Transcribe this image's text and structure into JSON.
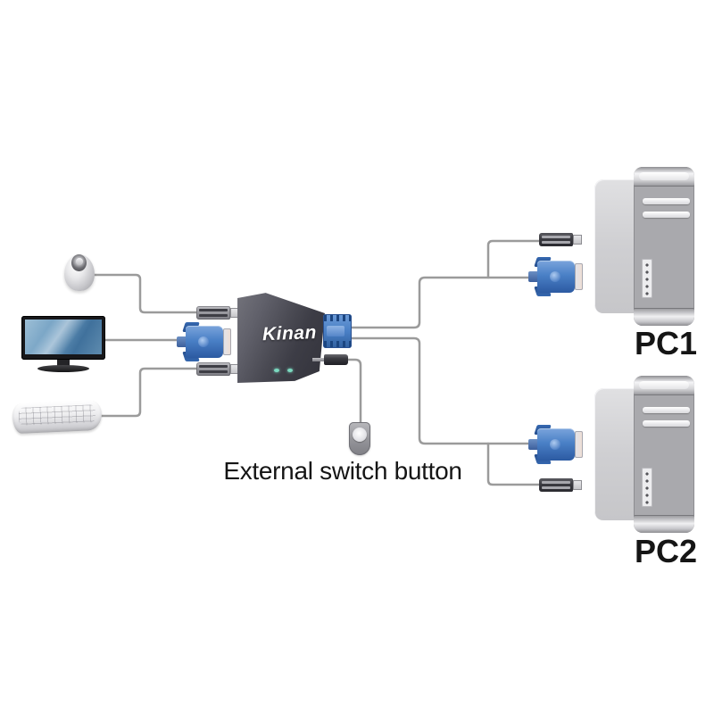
{
  "page": {
    "background": "#ffffff"
  },
  "kvm": {
    "brand": "Kinan",
    "led_count": 2
  },
  "labels": {
    "pc1": "PC1",
    "pc2": "PC2",
    "switch_button": "External switch button"
  },
  "colors": {
    "cable": "#9b9b9b",
    "kvm_body_dark": "#32323a",
    "kvm_body_light": "#74747c",
    "vga_blue": "#4a80c6",
    "vga_blue_dark": "#2a5ca0",
    "usb_gray": "#9a9aa0",
    "usb_dark": "#3b3b41",
    "led_green": "#7bd9c0",
    "tower_silver": "#d6d6d9",
    "tower_front_gray": "#a9a9ad",
    "screen_blue": "#6d9cc0",
    "text": "#151515"
  },
  "icons": {
    "mouse": "mouse-icon",
    "monitor": "monitor-icon",
    "keyboard": "keyboard-icon",
    "usb_connector": "usb-connector-icon",
    "vga_connector": "vga-connector-icon",
    "kvm_switch": "kvm-switch-icon",
    "audio_jack": "audio-jack-icon",
    "switch_button": "switch-button-icon",
    "pc_tower": "pc-tower-icon"
  }
}
